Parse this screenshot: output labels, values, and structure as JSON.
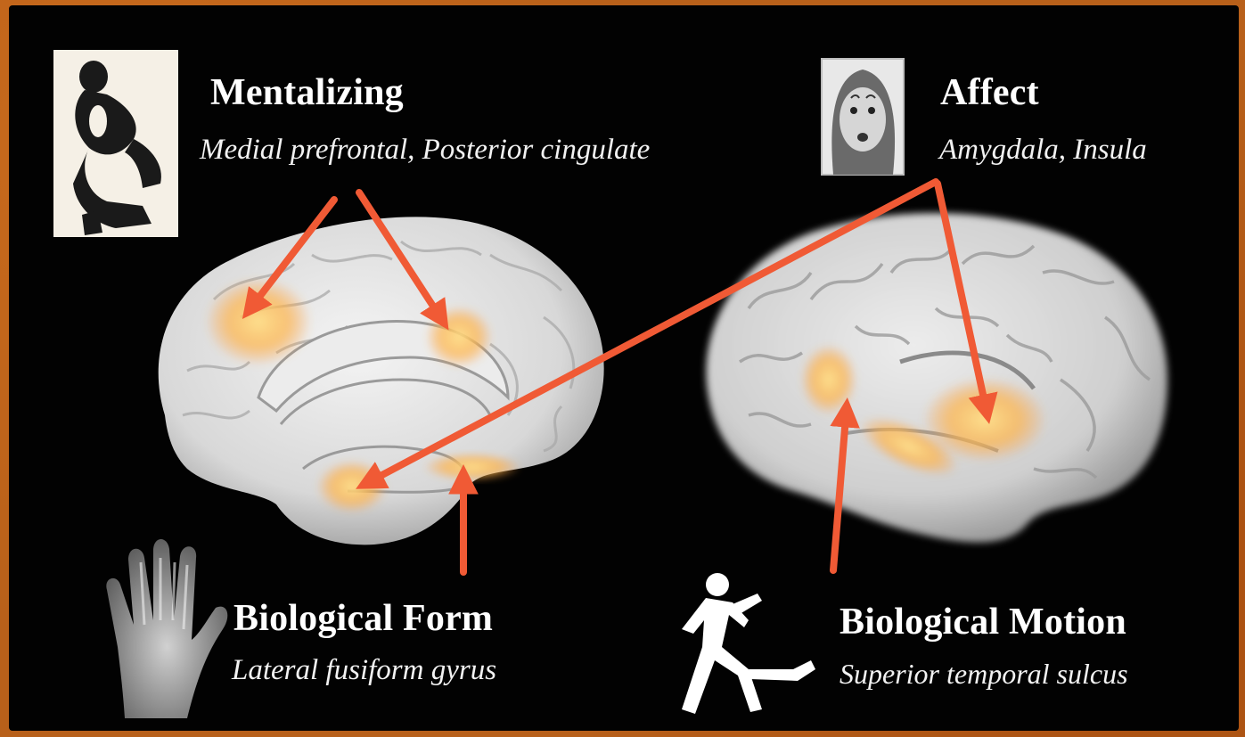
{
  "labels": {
    "mentalizing": {
      "title": "Mentalizing",
      "regions": "Medial prefrontal, Posterior cingulate"
    },
    "affect": {
      "title": "Affect",
      "regions": "Amygdala, Insula"
    },
    "biological_form": {
      "title": "Biological Form",
      "regions": "Lateral fusiform gyrus"
    },
    "biological_motion": {
      "title": "Biological Motion",
      "regions": "Superior temporal sulcus"
    }
  },
  "icons": {
    "mentalizing": "thinker-statue-icon",
    "affect": "face-photo-icon",
    "biological_form": "hand-xray-icon",
    "biological_motion": "running-figure-icon"
  },
  "colors": {
    "arrow": "#f05a35",
    "activation": "#ffb347",
    "background": "#020202",
    "frame": "#b8601a"
  }
}
